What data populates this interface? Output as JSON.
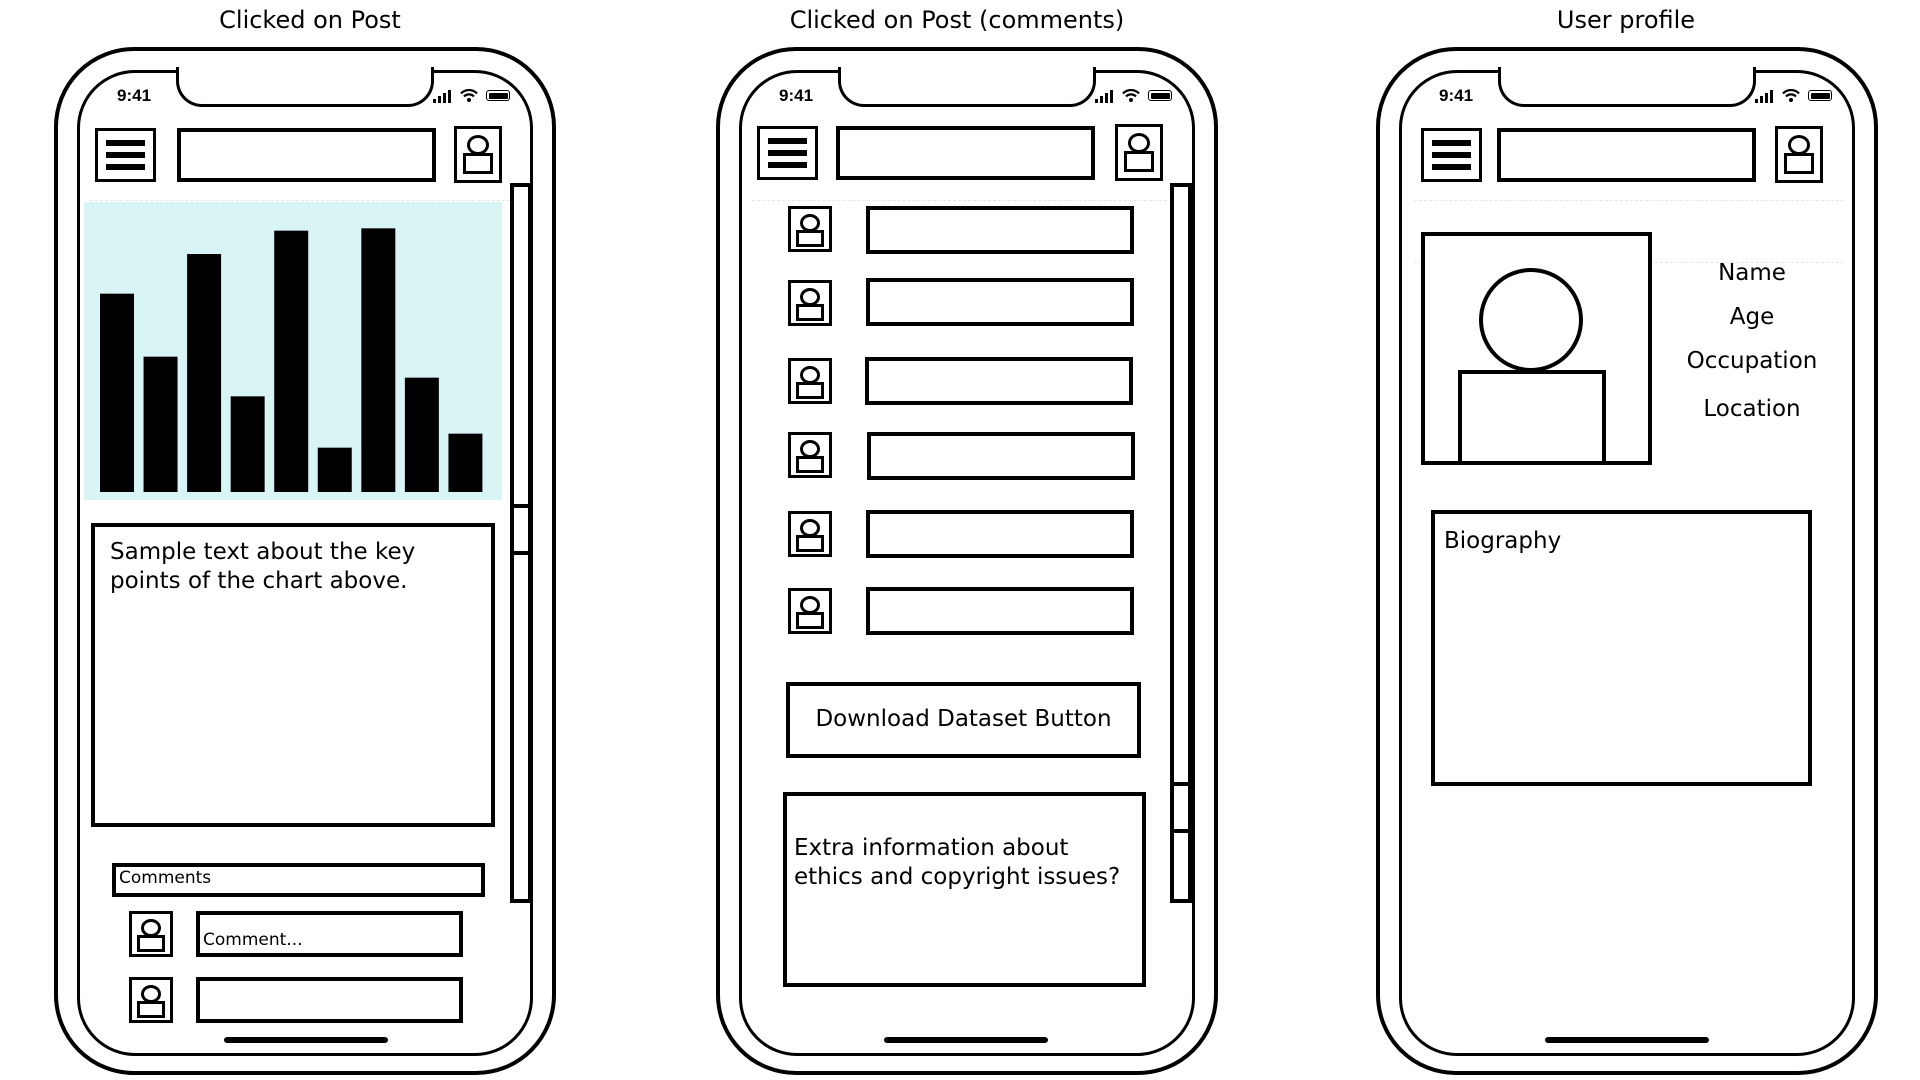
{
  "screens": [
    {
      "title": "Clicked on Post",
      "status_time": "9:41",
      "post_text": "Sample text about the key points of the chart above.",
      "comments_label": "Comments",
      "comment_placeholder": "Comment...",
      "chart_background": "#d8f4f4"
    },
    {
      "title": "Clicked on Post (comments)",
      "status_time": "9:41",
      "download_button": "Download Dataset Button",
      "extra_info": "Extra information about ethics and copyright issues?"
    },
    {
      "title": "User profile",
      "status_time": "9:41",
      "fields": [
        "Name",
        "Age",
        "Occupation",
        "Location"
      ],
      "biography_label": "Biography"
    }
  ],
  "chart_data": {
    "type": "bar",
    "title": "",
    "values": [
      8.5,
      5.8,
      10.2,
      4.1,
      11.2,
      1.9,
      11.3,
      4.9,
      2.5
    ],
    "ylim": [
      0,
      12
    ]
  },
  "icons": {
    "menu": "hamburger-menu-icon",
    "profile": "user-avatar-icon",
    "signal": "signal-icon",
    "wifi": "wifi-icon",
    "battery": "battery-icon"
  }
}
